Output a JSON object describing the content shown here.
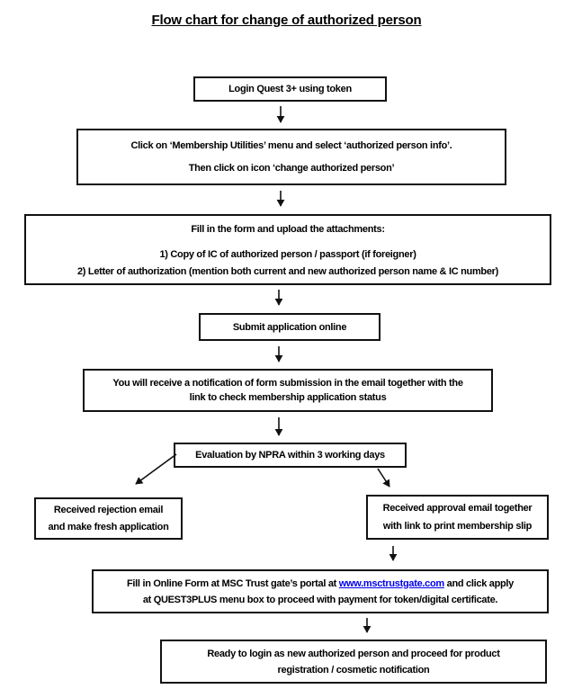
{
  "title": "Flow chart for change of authorized person",
  "colors": {
    "background": "#ffffff",
    "border": "#111111",
    "text": "#000000",
    "link": "#0000ee"
  },
  "nodes": {
    "login": {
      "text": "Login Quest 3+ using token"
    },
    "membership": {
      "line1": "Click on ‘Membership Utilities’ menu and select ‘authorized person info’.",
      "line2": "Then click on icon ‘change authorized person’"
    },
    "form": {
      "heading": "Fill in the form and upload the attachments:",
      "item1": "1)   Copy of IC of authorized person / passport (if foreigner)",
      "item2": "2)   Letter of authorization (mention both current and new authorized person name & IC number)"
    },
    "submit": {
      "text": "Submit application online"
    },
    "notification": {
      "line1": "You will receive a notification of form submission in the email together with the",
      "line2": "link to check membership application status"
    },
    "evaluation": {
      "text": "Evaluation by NPRA within 3 working days"
    },
    "rejection": {
      "line1": "Received rejection email",
      "line2": "and make fresh application"
    },
    "approval": {
      "line1": "Received approval email together",
      "line2": "with link to print membership slip"
    },
    "msctrustgate": {
      "line1_before": "Fill in Online Form at MSC Trust gate’s portal at ",
      "link_text": "www.msctrustgate.com",
      "line1_after": " and click apply",
      "line2": "at QUEST3PLUS menu box to proceed with payment for token/digital certificate."
    },
    "ready": {
      "line1": "Ready to login as new authorized person and proceed for product",
      "line2": "registration / cosmetic notification"
    }
  }
}
